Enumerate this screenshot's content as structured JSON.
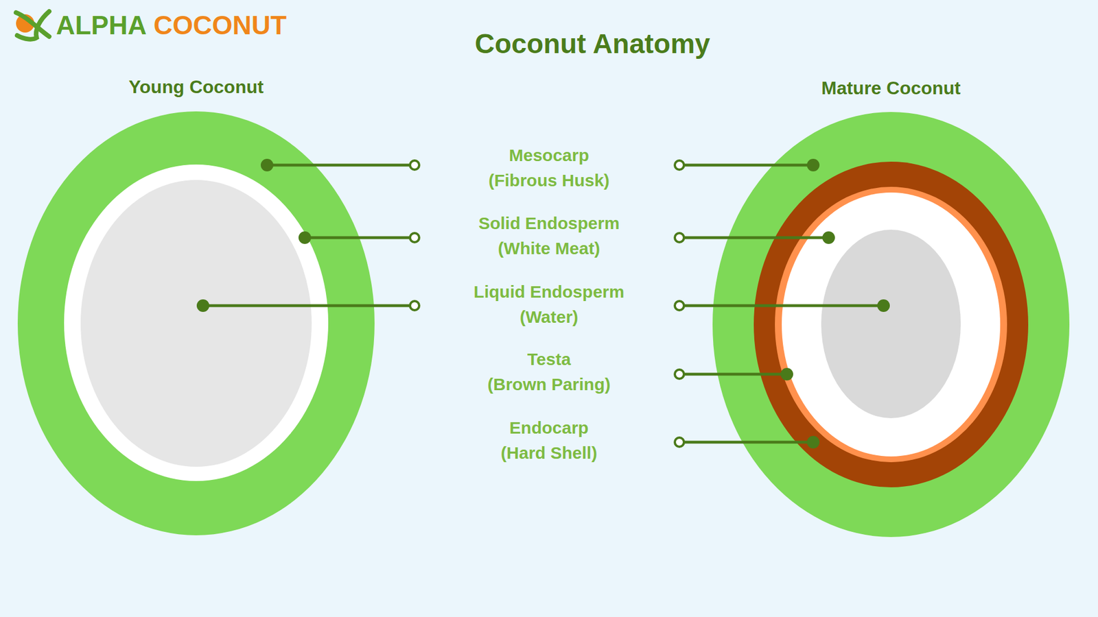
{
  "diagram": {
    "title": "Coconut Anatomy",
    "labels": [
      "ALPHA",
      "COCONUT",
      "Young Coconut",
      "Mature Coconut",
      "Mesocarp (Fibrous Husk)",
      "Solid Endosperm (White Meat)",
      "Liquid Endosperm (Water)",
      "Testa (Brown Paring)",
      "Endocarp (Hard Shell)"
    ]
  }
}
